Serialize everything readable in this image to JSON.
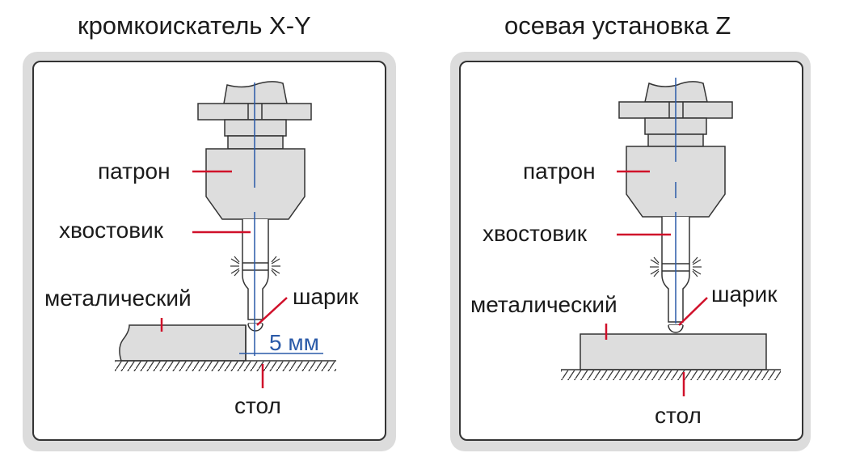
{
  "panels": [
    {
      "title": "кромкоискатель X-Y",
      "labels": {
        "chuck": "патрон",
        "shank": "хвостовик",
        "metal": "металический",
        "ball": "шарик",
        "offset": "5 мм",
        "table": "стол"
      }
    },
    {
      "title": "осевая установка Z",
      "labels": {
        "chuck": "патрон",
        "shank": "хвостовик",
        "metal": "металический",
        "ball": "шарик",
        "table": "стол"
      }
    }
  ],
  "colors": {
    "frame": "#dcdcdc",
    "part_fill": "#dddddd",
    "outline": "#333333",
    "axis_line": "#2a5aa8",
    "leader_line": "#d0102a"
  }
}
